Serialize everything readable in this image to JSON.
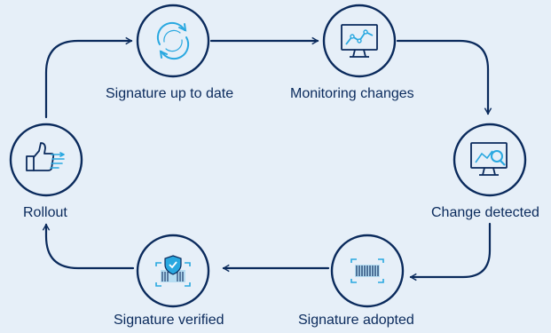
{
  "colors": {
    "background": "#e6eff8",
    "navy": "#0a2a5c",
    "accent": "#29a8e0"
  },
  "steps": [
    {
      "label": "Signature up to date",
      "icon": "refresh-arrows-icon"
    },
    {
      "label": "Monitoring changes",
      "icon": "monitor-chart-icon"
    },
    {
      "label": "Change detected",
      "icon": "monitor-magnifier-icon"
    },
    {
      "label": "Signature adopted",
      "icon": "barcode-scan-icon"
    },
    {
      "label": "Signature verified",
      "icon": "shield-check-barcode-icon"
    },
    {
      "label": "Rollout",
      "icon": "thumbs-up-icon"
    }
  ]
}
